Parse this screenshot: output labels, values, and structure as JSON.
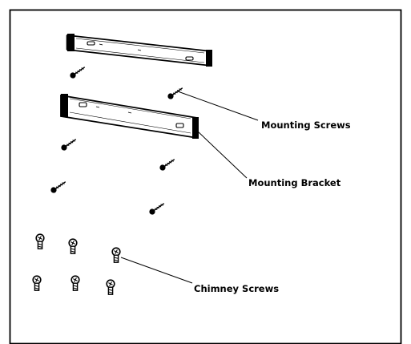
{
  "labels": {
    "mounting_screws": "Mounting Screws",
    "mounting_bracket": "Mounting Bracket",
    "chimney_screws": "Chimney Screws"
  },
  "colors": {
    "line": "#000000",
    "background": "#ffffff"
  }
}
